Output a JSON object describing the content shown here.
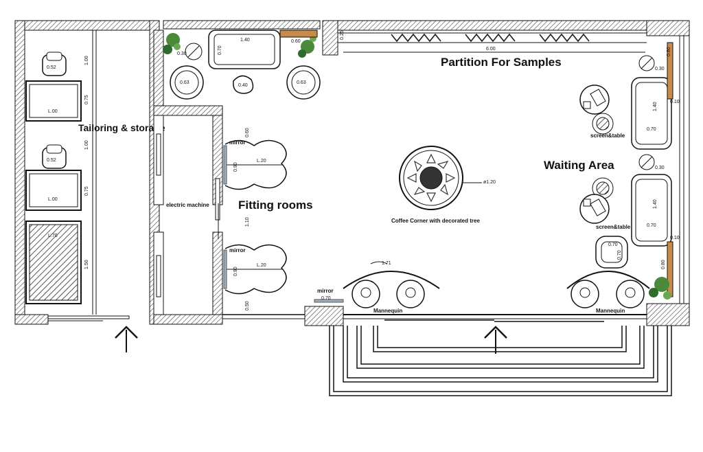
{
  "rooms": {
    "tailoring": "Tailoring & storage",
    "fitting": "Fitting rooms",
    "partition": "Partition For Samples",
    "waiting": "Waiting Area",
    "coffee": "Coffee Corner with decorated tree",
    "electric": "electric machine"
  },
  "labels": {
    "mirror": "mirror",
    "mannequin": "Mannequin",
    "screen_table": "screen&table"
  },
  "dims": {
    "d_100": "1.00",
    "d_075": "0.75",
    "d_150": "1.50",
    "d_052": "0.52",
    "d_L100": "L.00",
    "d_L070": "L.70",
    "d_070": "0.70",
    "d_140": "1.40",
    "d_063": "0.63",
    "d_040": "0.40",
    "d_030": "0.30",
    "d_060": "0.60",
    "d_L120": "L.20",
    "d_110": "1.10",
    "d_050": "0.50",
    "d_090": "0.90",
    "d_171": "1.71",
    "d_600": "6.00",
    "d_025": "0.25",
    "d_010": "0.10",
    "d_120": "ø1.20",
    "d_080": "0.80"
  },
  "colors": {
    "line": "#111111",
    "hatch": "#333333",
    "plant": "#2e6b2e",
    "mirror": "#9ab0c4"
  }
}
